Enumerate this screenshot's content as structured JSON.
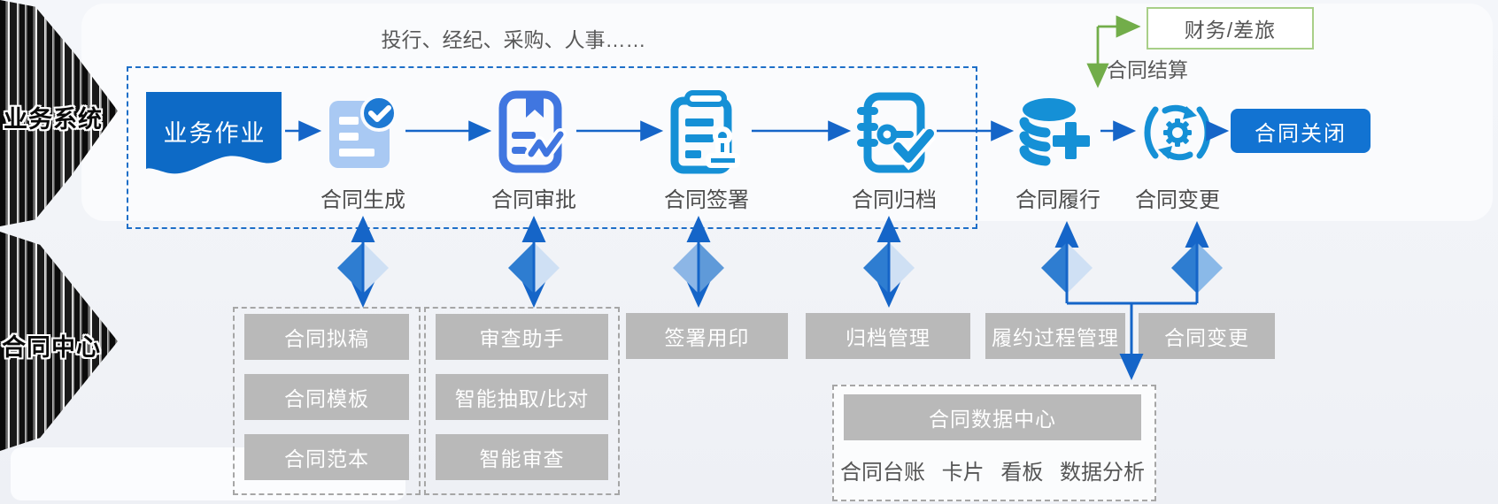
{
  "side_labels": {
    "business_system": "业务系统",
    "contract_center": "合同中心"
  },
  "header": {
    "industries": "投行、经纪、采购、人事……"
  },
  "flow": {
    "start": "业务作业",
    "steps": [
      {
        "label": "合同生成",
        "icon": "document-check-icon"
      },
      {
        "label": "合同审批",
        "icon": "bookmark-approve-icon"
      },
      {
        "label": "合同签署",
        "icon": "clipboard-stamp-icon"
      },
      {
        "label": "合同归档",
        "icon": "notebook-key-check-icon"
      },
      {
        "label": "合同履行",
        "icon": "database-plus-icon"
      },
      {
        "label": "合同变更",
        "icon": "sync-gear-icon"
      }
    ],
    "end": "合同关闭",
    "settlement_label": "合同结算",
    "finance_box": "财务/差旅"
  },
  "modules": {
    "drafting_group": [
      "合同拟稿",
      "合同模板",
      "合同范本"
    ],
    "review_group": [
      "审查助手",
      "智能抽取/比对",
      "智能审查"
    ],
    "signing": "签署用印",
    "archiving": "归档管理",
    "performance": "履约过程管理",
    "change": "合同变更",
    "data_center": {
      "title": "合同数据中心",
      "items": "合同台账 卡片 看板 数据分析"
    }
  },
  "colors": {
    "primary_blue": "#1273d2",
    "flow_icon_blue": "#1590d6",
    "approve_icon_blue": "#4076e0",
    "light_doc_blue": "#a9c9f3",
    "arrow_blue": "#1565c8",
    "green_accent": "#72ad4a",
    "module_gray": "#b9b9b9",
    "dashed_border_blue": "#1e6fc8"
  }
}
